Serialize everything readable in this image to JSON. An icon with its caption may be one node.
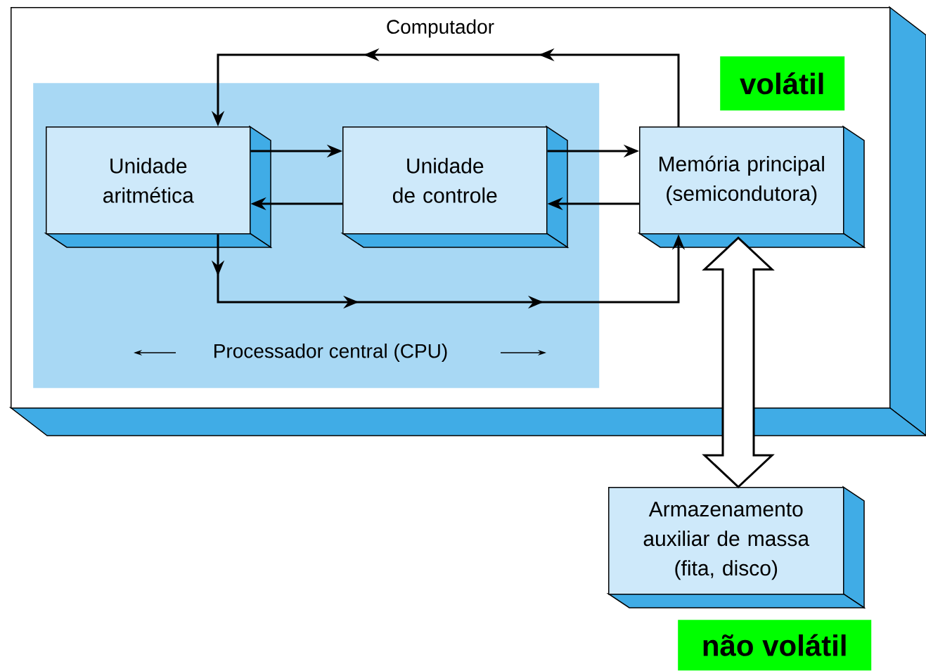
{
  "diagram": {
    "nodes": [
      {
        "text": [
          "Computador"
        ]
      },
      {
        "text": [
          "Processador central (CPU)"
        ],
        "in": 0
      },
      {
        "text": [
          "Unidade aritmética"
        ],
        "in": 1
      },
      {
        "text": [
          "Unidade de controle"
        ],
        "in": 1
      },
      {
        "text": [
          "Memória principal (semicondutora)"
        ],
        "in": 0
      },
      {
        "text": [
          "Armazenamento auxiliar de massa (fita, disco)"
        ]
      },
      {
        "text": [
          "volátil"
        ],
        "in": 0
      },
      {
        "text": [
          "não volátil"
        ]
      }
    ],
    "edges": [
      {
        "from": 2,
        "to": 3,
        "arrow": "to"
      },
      {
        "from": 3,
        "to": 2,
        "arrow": "to"
      },
      {
        "from": 3,
        "to": 4,
        "arrow": "to"
      },
      {
        "from": 4,
        "to": 3,
        "arrow": "to"
      },
      {
        "from": 4,
        "to": 2,
        "arrow": "to"
      },
      {
        "from": 2,
        "to": 4,
        "arrow": "to"
      },
      {
        "from": 4,
        "to": 5,
        "arrow": "both",
        "style": "thick"
      }
    ]
  }
}
